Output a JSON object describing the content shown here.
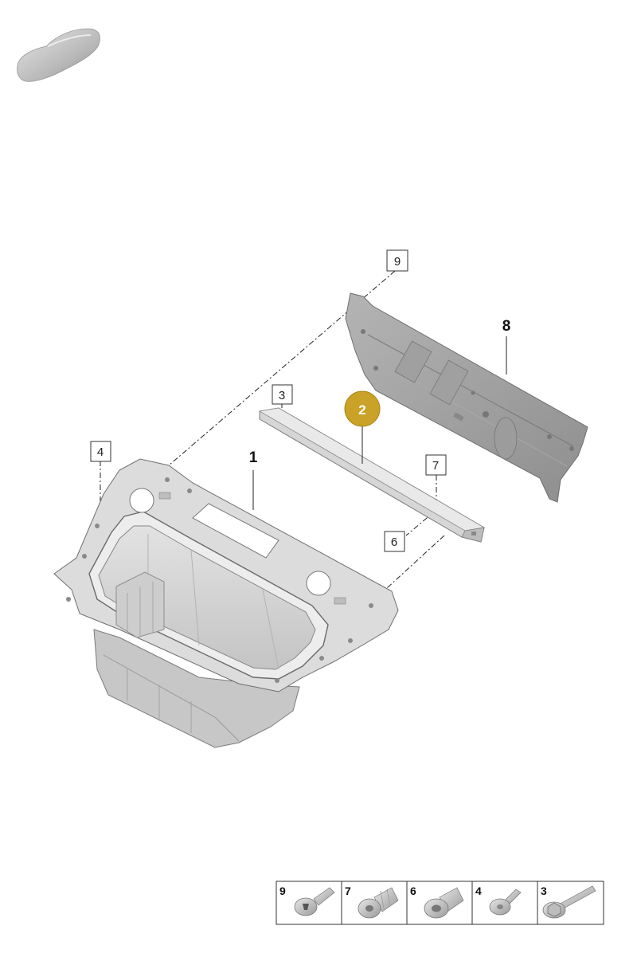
{
  "callouts": {
    "c1": "1",
    "c2": "2",
    "c3": "3",
    "c4": "4",
    "c6": "6",
    "c7": "7",
    "c8": "8",
    "c9": "9"
  },
  "highlight_color": "#C9A227",
  "parts_strip": [
    {
      "number": "9",
      "icon": "torx-bolt-icon"
    },
    {
      "number": "7",
      "icon": "rivet-nut-icon"
    },
    {
      "number": "6",
      "icon": "flange-rivet-nut-icon"
    },
    {
      "number": "4",
      "icon": "expanding-rivet-icon"
    },
    {
      "number": "3",
      "icon": "flange-bolt-icon"
    }
  ]
}
